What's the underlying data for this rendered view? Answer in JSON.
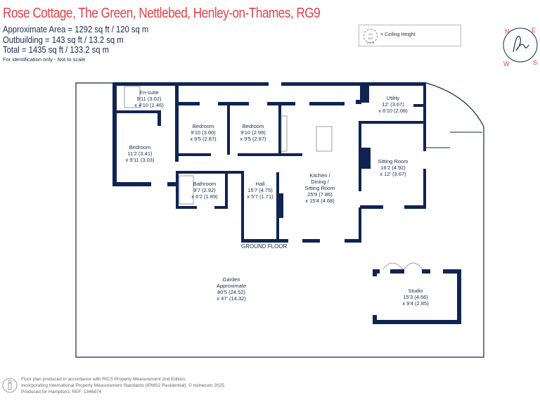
{
  "header": {
    "title": "Rose Cottage, The Green, Nettlebed, Henley-on-Thames, RG9",
    "approx_area": "Approximate Area = 1292 sq ft / 120 sq m",
    "outbuilding": "Outbuilding = 143 sq ft / 13.2 sq m",
    "total": "Total = 1435 sq ft / 133.2 sq m",
    "note": "For identification only - Not to scale"
  },
  "legend": {
    "badge_top": "CH",
    "badge_bottom": "8'0\" (2.44)",
    "label": "= Ceiling Height"
  },
  "compass": {
    "n": "N",
    "e": "E",
    "s": "S",
    "w": "W"
  },
  "floor_label": "GROUND FLOOR",
  "rooms": {
    "ensuite": [
      "En-suite",
      "9'11 (3.02)",
      "x 4'10 (1.46)"
    ],
    "bedroom1": [
      "Bedroom",
      "11'2 (3.41)",
      "x 9'11 (3.03)"
    ],
    "bedroom2": [
      "Bedroom",
      "9'10 (3.00)",
      "x 9'5 (2.87)"
    ],
    "bedroom3": [
      "Bedroom",
      "9'10 (2.99)",
      "x 9'5 (2.87)"
    ],
    "bathroom": [
      "Bathroom",
      "9'7 (2.92)",
      "x 6'2 (1.89)"
    ],
    "hall": [
      "Hall",
      "15'7 (4.75)",
      "x 5'7 (1.71)"
    ],
    "kitchen": [
      "Kitchen /",
      "Dining /",
      "Sitting Room",
      "25'9 (7.86)",
      "x 15'4 (4.68)"
    ],
    "utility": [
      "Utility",
      "12' (3.67)",
      "x 6'10 (2.08)"
    ],
    "sitting": [
      "Sitting Room",
      "16'2 (4.92)",
      "x 12' (3.67)"
    ],
    "garden": [
      "Garden",
      "Approximate",
      "80'5 (24.52)",
      "x 47' (14.32)"
    ],
    "studio": [
      "Studio",
      "15'3 (4.66)",
      "x 9'4 (2.85)"
    ]
  },
  "footer": {
    "line1": "Floor plan produced in accordance with RICS Property Measurement 2nd Edition,",
    "line2": "Incorporating International Property Measurement Standards (IPMS2 Residential).   © nichecom 2025.",
    "line3": "Produced for Hamptons.  REF: 1346874"
  },
  "colors": {
    "wall": "#0f2453",
    "title": "#e4414b"
  }
}
